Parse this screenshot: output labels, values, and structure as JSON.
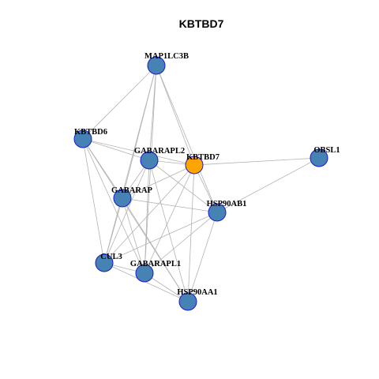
{
  "title": "KBTBD7",
  "colors": {
    "query_node": "#FFA500",
    "partner_node": "#4682B4",
    "node_border": "#1A1AD0",
    "edge": "#B3B3B3"
  },
  "nodes": [
    {
      "id": "MAP1LC3B",
      "label": "MAP1LC3B",
      "role": "partner"
    },
    {
      "id": "KBTBD6",
      "label": "KBTBD6",
      "role": "partner"
    },
    {
      "id": "GABARAPL2",
      "label": "GABARAPL2",
      "role": "partner"
    },
    {
      "id": "KBTBD7",
      "label": "KBTBD7",
      "role": "query"
    },
    {
      "id": "OBSL1",
      "label": "OBSL1",
      "role": "partner"
    },
    {
      "id": "GABARAP",
      "label": "GABARAP",
      "role": "partner"
    },
    {
      "id": "HSP90AB1",
      "label": "HSP90AB1",
      "role": "partner"
    },
    {
      "id": "CUL3",
      "label": "CUL3",
      "role": "partner"
    },
    {
      "id": "GABARAPL1",
      "label": "GABARAPL1",
      "role": "partner"
    },
    {
      "id": "HSP90AA1",
      "label": "HSP90AA1",
      "role": "partner"
    }
  ],
  "edges": [
    [
      "MAP1LC3B",
      "KBTBD6"
    ],
    [
      "MAP1LC3B",
      "GABARAPL2"
    ],
    [
      "MAP1LC3B",
      "KBTBD7"
    ],
    [
      "MAP1LC3B",
      "GABARAP"
    ],
    [
      "MAP1LC3B",
      "HSP90AB1"
    ],
    [
      "MAP1LC3B",
      "GABARAPL1"
    ],
    [
      "MAP1LC3B",
      "CUL3"
    ],
    [
      "KBTBD6",
      "GABARAPL2"
    ],
    [
      "KBTBD6",
      "KBTBD7"
    ],
    [
      "KBTBD6",
      "GABARAP"
    ],
    [
      "KBTBD6",
      "CUL3"
    ],
    [
      "KBTBD6",
      "GABARAPL1"
    ],
    [
      "KBTBD6",
      "HSP90AA1"
    ],
    [
      "GABARAPL2",
      "KBTBD7"
    ],
    [
      "GABARAPL2",
      "GABARAP"
    ],
    [
      "GABARAPL2",
      "HSP90AB1"
    ],
    [
      "GABARAPL2",
      "CUL3"
    ],
    [
      "GABARAPL2",
      "GABARAPL1"
    ],
    [
      "GABARAPL2",
      "HSP90AA1"
    ],
    [
      "KBTBD7",
      "OBSL1"
    ],
    [
      "KBTBD7",
      "GABARAP"
    ],
    [
      "KBTBD7",
      "HSP90AB1"
    ],
    [
      "KBTBD7",
      "CUL3"
    ],
    [
      "KBTBD7",
      "GABARAPL1"
    ],
    [
      "KBTBD7",
      "HSP90AA1"
    ],
    [
      "OBSL1",
      "HSP90AB1"
    ],
    [
      "GABARAP",
      "HSP90AB1"
    ],
    [
      "GABARAP",
      "CUL3"
    ],
    [
      "GABARAP",
      "GABARAPL1"
    ],
    [
      "GABARAP",
      "HSP90AA1"
    ],
    [
      "HSP90AB1",
      "CUL3"
    ],
    [
      "HSP90AB1",
      "GABARAPL1"
    ],
    [
      "HSP90AB1",
      "HSP90AA1"
    ],
    [
      "CUL3",
      "GABARAPL1"
    ],
    [
      "CUL3",
      "HSP90AA1"
    ],
    [
      "GABARAPL1",
      "HSP90AA1"
    ]
  ]
}
